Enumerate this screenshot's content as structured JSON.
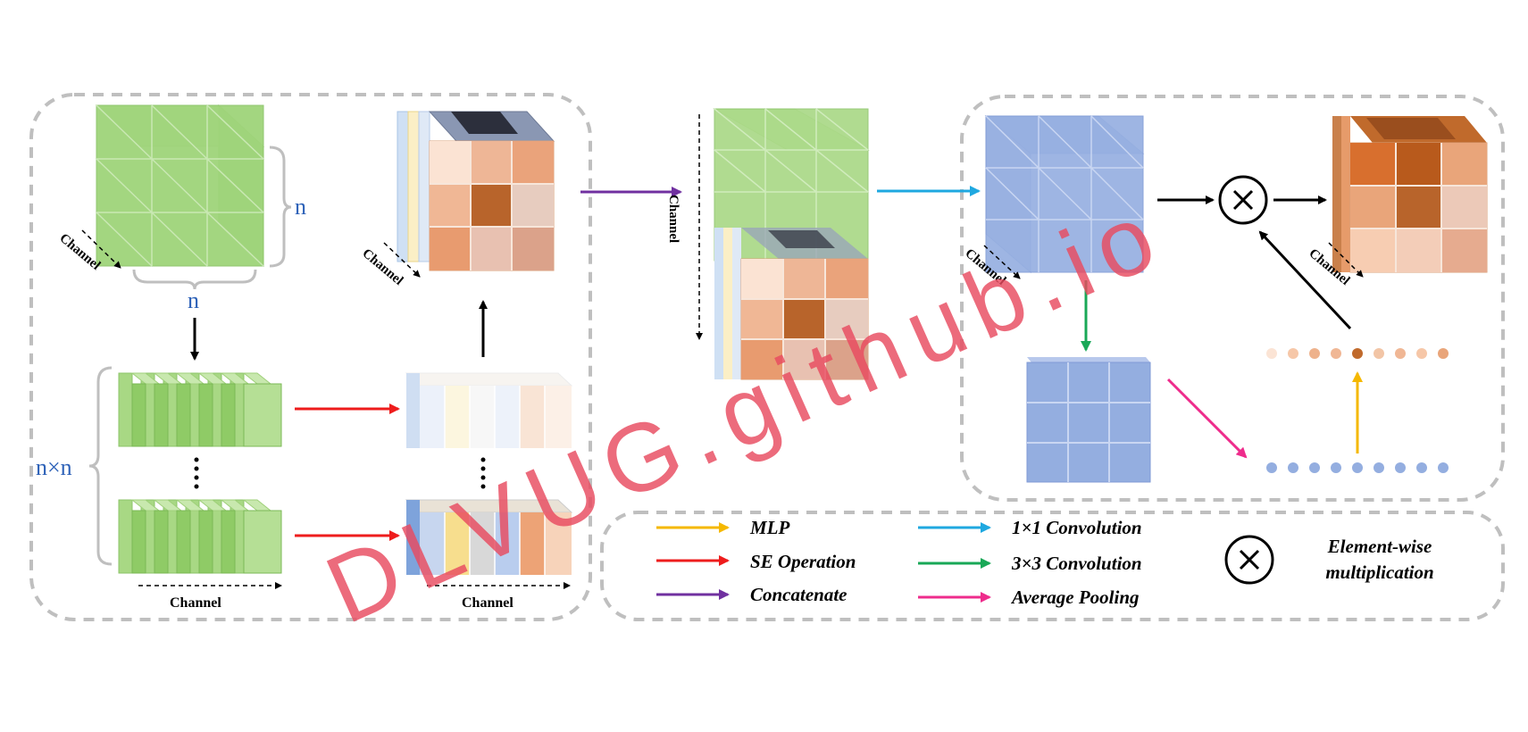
{
  "panels": {
    "left": {
      "n_right": "n",
      "n_bottom": "n",
      "nxn": "n×n",
      "channel_cube_green": "Channel",
      "channel_cube_orange": "Channel",
      "channel_slices_green": "Channel",
      "channel_slices_colored": "Channel"
    },
    "middle": {
      "channel_vertical": "Channel"
    },
    "right": {
      "channel_blue": "Channel",
      "channel_output": "Channel",
      "multiply_symbol": "⊗"
    }
  },
  "legend": {
    "items": [
      {
        "label": "MLP",
        "color": "#f5b800"
      },
      {
        "label": "SE Operation",
        "color": "#ee1c1c"
      },
      {
        "label": "Concatenate",
        "color": "#7030a0"
      },
      {
        "label": "1×1 Convolution",
        "color": "#1fa8e0"
      },
      {
        "label": "3×3 Convolution",
        "color": "#19a857"
      },
      {
        "label": "Average Pooling",
        "color": "#ee2c8c"
      }
    ],
    "multiply_symbol": "⊗",
    "multiply_line1": "Element-wise",
    "multiply_line2": "multiplication"
  },
  "watermark": {
    "text": "DLVUG.github.io",
    "color": "#e84a5f"
  },
  "colors": {
    "green": "#8fce6a",
    "blue": "#8ea7dc",
    "orange": "#e9a57a",
    "dark_orange": "#c06a2c",
    "border_dash": "#bfbfbf"
  }
}
